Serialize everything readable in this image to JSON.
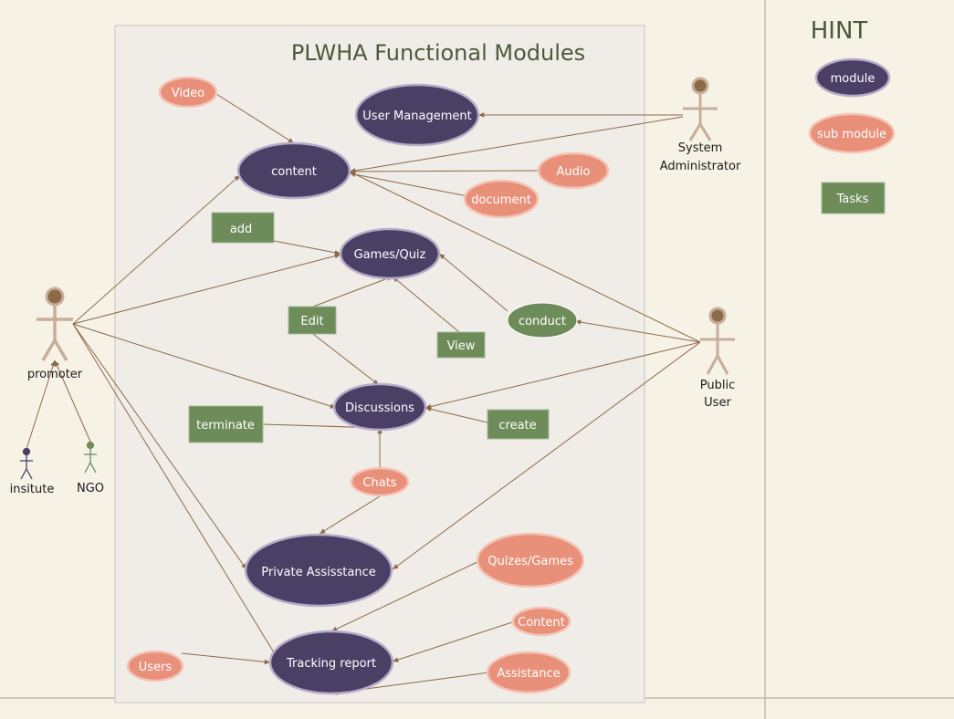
{
  "title": "PLWHA Functional Modules",
  "hint": {
    "heading": "HINT",
    "module": "module",
    "submodule": "sub module",
    "task": "Tasks"
  },
  "actors": {
    "system_admin": [
      "System",
      "Administrator"
    ],
    "promoter": "promoter",
    "public_user": [
      "Public",
      "User"
    ],
    "insitute": "insitute",
    "ngo": "NGO"
  },
  "modules": {
    "user_management": "User Management",
    "content": "content",
    "games_quiz": "Games/Quiz",
    "discussions": "Discussions",
    "private_assistance": "Private Assisstance",
    "tracking_report": "Tracking report"
  },
  "submodules": {
    "video": "Video",
    "audio": "Audio",
    "document": "document",
    "conduct": "conduct",
    "chats": "Chats",
    "quizes_games": "Quizes/Games",
    "content": "Content",
    "assistance": "Assistance",
    "users": "Users"
  },
  "tasks": {
    "add": "add",
    "edit": "Edit",
    "view": "View",
    "terminate": "terminate",
    "create": "create"
  },
  "colors": {
    "module": "#4a4066",
    "submodule": "#e8907a",
    "task": "#6e8c5a",
    "conduct": "#6e8c5a",
    "edge": "#8b6a4a",
    "panel": "#f0ede8"
  }
}
